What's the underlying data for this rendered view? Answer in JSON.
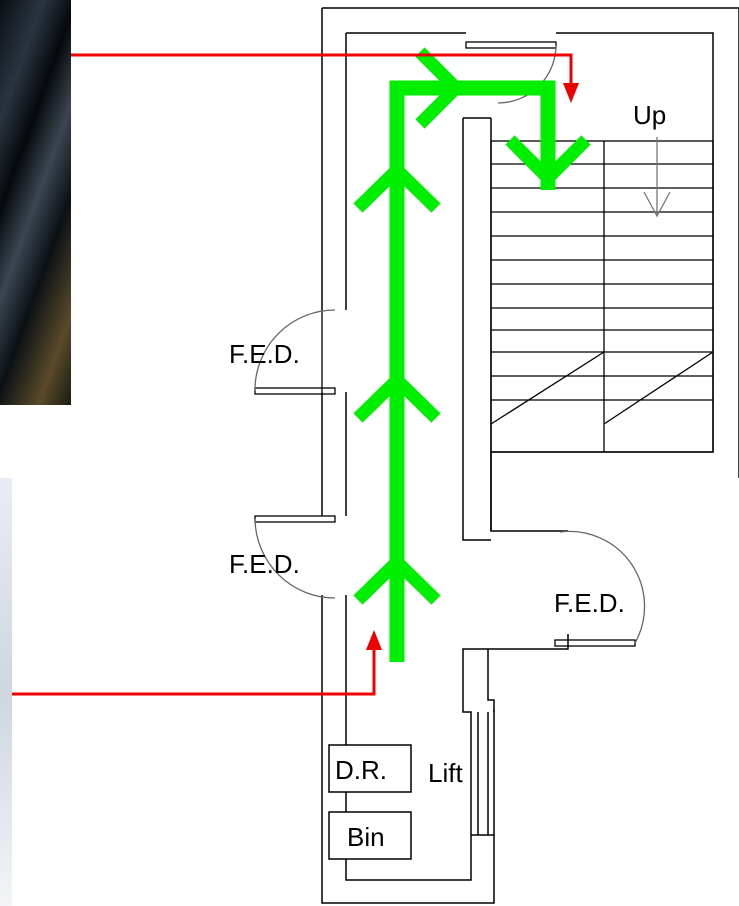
{
  "labels": {
    "fed_upper": "F.E.D.",
    "fed_middle": "F.E.D.",
    "fed_right": "F.E.D.",
    "up": "Up",
    "dr": "D.R.",
    "lift": "Lift",
    "bin": "Bin"
  },
  "colors": {
    "escape_route": "#00ee00",
    "pointer": "#ee0000",
    "walls": "#000000"
  },
  "icons": {
    "route_chevrons": "chevron-up-icon",
    "stair_direction": "arrow-down-icon"
  }
}
